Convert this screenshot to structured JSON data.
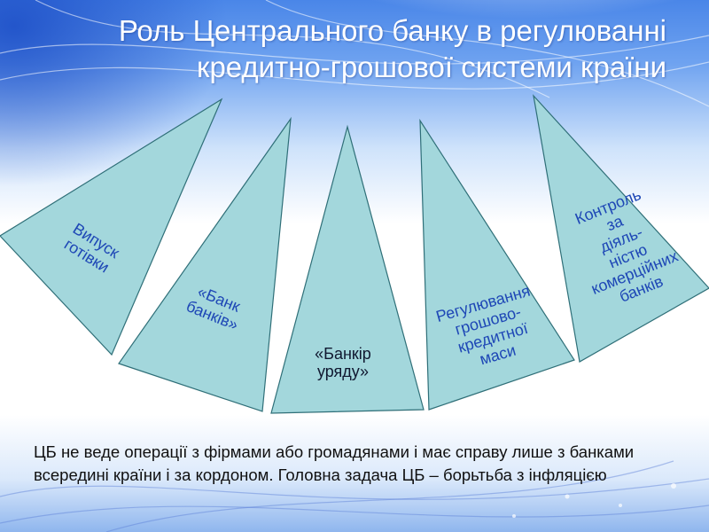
{
  "slide": {
    "title_line1": "Роль Центрального банку в регулюванні",
    "title_line2": "кредитно-грошової системи країни",
    "functions": [
      {
        "lines": [
          "Випуск",
          "готівки"
        ]
      },
      {
        "lines": [
          "«Банк",
          "банків»"
        ]
      },
      {
        "lines": [
          "«Банкір",
          "уряду»"
        ]
      },
      {
        "lines": [
          "Регулювання",
          "грошово-",
          "кредитної",
          "маси"
        ]
      },
      {
        "lines": [
          "Контроль",
          "за",
          "діяль-",
          "ністю",
          "комерційних",
          "банків"
        ]
      }
    ],
    "note_line1": "ЦБ не веде операції з фірмами або громадянами і має справу лише з банками",
    "note_line2": "всередині країни і за кордоном. Головна задача ЦБ – борьтьба з інфляцією"
  },
  "colors": {
    "triangle_fill": "#a3d7dc",
    "triangle_stroke": "#2f6f78",
    "label_blue": "#1e47b6",
    "label_dark": "#101830",
    "title_text": "#ffffff"
  }
}
